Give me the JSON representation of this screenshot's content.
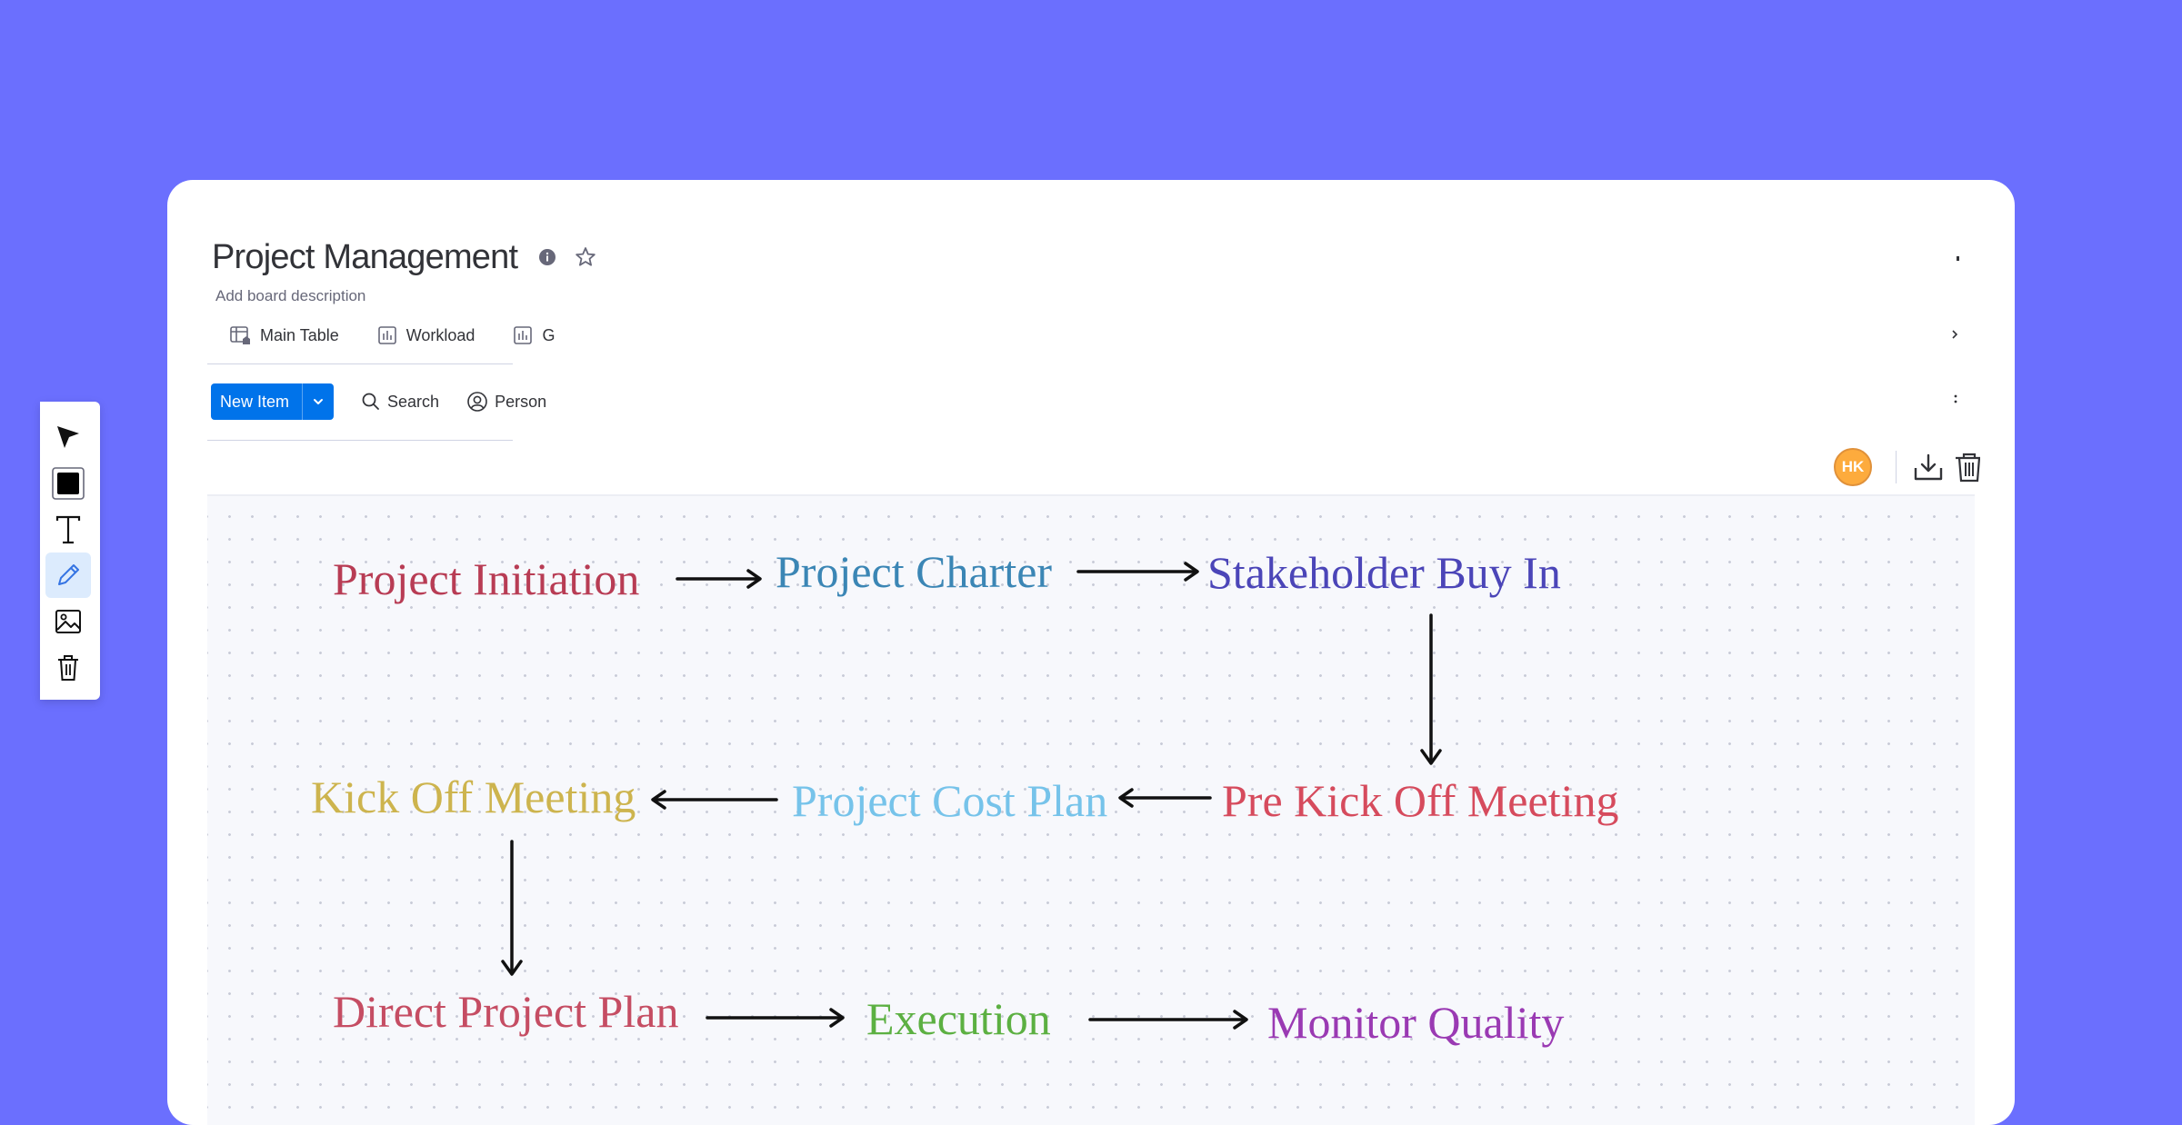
{
  "board": {
    "title": "Project Management",
    "description_placeholder": "Add board description"
  },
  "icons": {
    "info": "info-icon",
    "star": "star-icon",
    "download": "download-icon",
    "trash": "trash-icon"
  },
  "tabs": [
    {
      "label": "Main Table",
      "icon": "table-home-icon"
    },
    {
      "label": "Workload",
      "icon": "chart-icon"
    },
    {
      "label": "G",
      "icon": "chart-icon"
    }
  ],
  "toolbar": {
    "new_item_label": "New Item",
    "search_label": "Search",
    "person_label": "Person"
  },
  "user": {
    "initials": "HK",
    "color": "#fdab3d"
  },
  "palette": {
    "tools": [
      {
        "name": "select",
        "icon": "cursor-arrow-icon"
      },
      {
        "name": "color",
        "icon": "color-swatch-icon",
        "value": "#000000"
      },
      {
        "name": "text",
        "icon": "text-icon"
      },
      {
        "name": "pen",
        "icon": "pencil-icon",
        "active": true
      },
      {
        "name": "image",
        "icon": "image-icon"
      },
      {
        "name": "delete",
        "icon": "trash-icon"
      }
    ]
  },
  "flow": {
    "nodes": [
      {
        "text": "Project Initiation",
        "color": "#b83c54"
      },
      {
        "text": "Project Charter",
        "color": "#3b86b5"
      },
      {
        "text": "Stakeholder Buy In",
        "color": "#4b45b8"
      },
      {
        "text": "Pre Kick Off Meeting",
        "color": "#d64b5d"
      },
      {
        "text": "Project Cost Plan",
        "color": "#76c3ea"
      },
      {
        "text": "Kick Off Meeting",
        "color": "#cdb44e"
      },
      {
        "text": "Direct Project Plan",
        "color": "#c54d63"
      },
      {
        "text": "Execution",
        "color": "#5cb042"
      },
      {
        "text": "Monitor Quality",
        "color": "#9a3ab3"
      }
    ]
  }
}
